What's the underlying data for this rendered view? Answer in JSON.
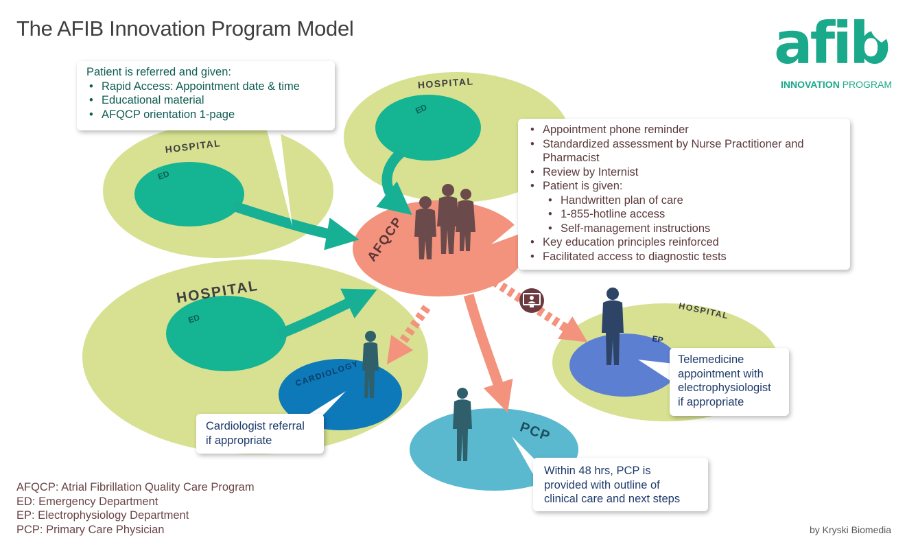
{
  "title": "The AFIB Innovation Program Model",
  "logo": {
    "word": "afib",
    "sub_bold": "INNOVATION",
    "sub": "PROGRAM",
    "color": "#1aa98a"
  },
  "regions": {
    "hospital_top": {
      "label": "HOSPITAL",
      "ed": "ED"
    },
    "hospital_left": {
      "label": "HOSPITAL",
      "ed": "ED"
    },
    "hospital_bottom": {
      "label": "HOSPITAL",
      "ed": "ED",
      "cardiology": "CARDIOLOGY"
    },
    "hospital_right": {
      "label": "HOSPITAL",
      "ep": "EP"
    },
    "afqcp": "AFQCP",
    "pcp": "PCP"
  },
  "callouts": {
    "referral": {
      "intro": "Patient is referred and given:",
      "items": [
        "Rapid Access: Appointment date & time",
        "Educational material",
        "AFQCP orientation 1-page"
      ]
    },
    "afqcp": {
      "items": [
        "Appointment phone reminder",
        "Standardized assessment by Nurse Practitioner and",
        "Pharmacist",
        "Review by Internist",
        "Patient is given:",
        "Handwritten plan of care",
        "1-855-hotline access",
        "Self-management instructions",
        "Key education principles reinforced",
        "Facilitated access to diagnostic tests"
      ]
    },
    "telemedicine": {
      "lines": [
        "Telemedicine",
        "appointment with",
        "electrophysiologist",
        "if appropriate"
      ]
    },
    "cardiologist": {
      "lines": [
        "Cardiologist referral",
        "if appropriate"
      ]
    },
    "pcp": {
      "lines": [
        "Within 48 hrs, PCP is",
        "provided with outline of",
        "clinical care and next steps"
      ]
    }
  },
  "legend": [
    "AFQCP: Atrial Fibrillation Quality Care Program",
    "ED: Emergency Department",
    "EP: Electrophysiology Department",
    "PCP: Primary Care Physician"
  ],
  "credit": "by Kryski Biomedia",
  "colors": {
    "hospital": "#d7e191",
    "ed": "#15b493",
    "afqcp": "#f3937d",
    "ep": "#5d7fd2",
    "cardiology": "#0d79b9",
    "pcp": "#5ab8cf",
    "arrow_teal": "#18b094",
    "arrow_salmon": "#f3937d",
    "silhouette_brown": "#6b4a4c",
    "silhouette_navy": "#2d4467",
    "silhouette_teal": "#2f5f6b"
  },
  "icons": [
    "telemedicine-monitor-icon",
    "afib-heart-icon"
  ]
}
